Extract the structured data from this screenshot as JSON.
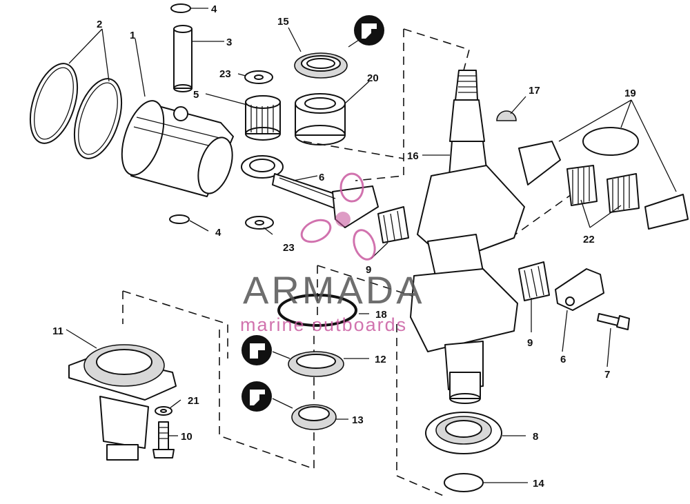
{
  "diagram": {
    "parts": [
      {
        "id": "label-2",
        "text": "2"
      },
      {
        "id": "label-1",
        "text": "1"
      },
      {
        "id": "label-4-top",
        "text": "4"
      },
      {
        "id": "label-3",
        "text": "3"
      },
      {
        "id": "label-15",
        "text": "15"
      },
      {
        "id": "label-20",
        "text": "20"
      },
      {
        "id": "label-23-top",
        "text": "23"
      },
      {
        "id": "label-5",
        "text": "5"
      },
      {
        "id": "label-6-rod",
        "text": "6"
      },
      {
        "id": "label-4-bottom",
        "text": "4"
      },
      {
        "id": "label-23-bottom",
        "text": "23"
      },
      {
        "id": "label-9-left",
        "text": "9"
      },
      {
        "id": "label-17",
        "text": "17"
      },
      {
        "id": "label-19",
        "text": "19"
      },
      {
        "id": "label-16",
        "text": "16"
      },
      {
        "id": "label-22",
        "text": "22"
      },
      {
        "id": "label-9-right",
        "text": "9"
      },
      {
        "id": "label-6-cap",
        "text": "6"
      },
      {
        "id": "label-7",
        "text": "7"
      },
      {
        "id": "label-18",
        "text": "18"
      },
      {
        "id": "label-12",
        "text": "12"
      },
      {
        "id": "label-13",
        "text": "13"
      },
      {
        "id": "label-11",
        "text": "11"
      },
      {
        "id": "label-21",
        "text": "21"
      },
      {
        "id": "label-10",
        "text": "10"
      },
      {
        "id": "label-8",
        "text": "8"
      },
      {
        "id": "label-14",
        "text": "14"
      }
    ]
  },
  "watermark": {
    "name": "ARMADA",
    "tagline": "marine outboards",
    "accent_color": "#c95aa0",
    "text_color": "#555555"
  }
}
